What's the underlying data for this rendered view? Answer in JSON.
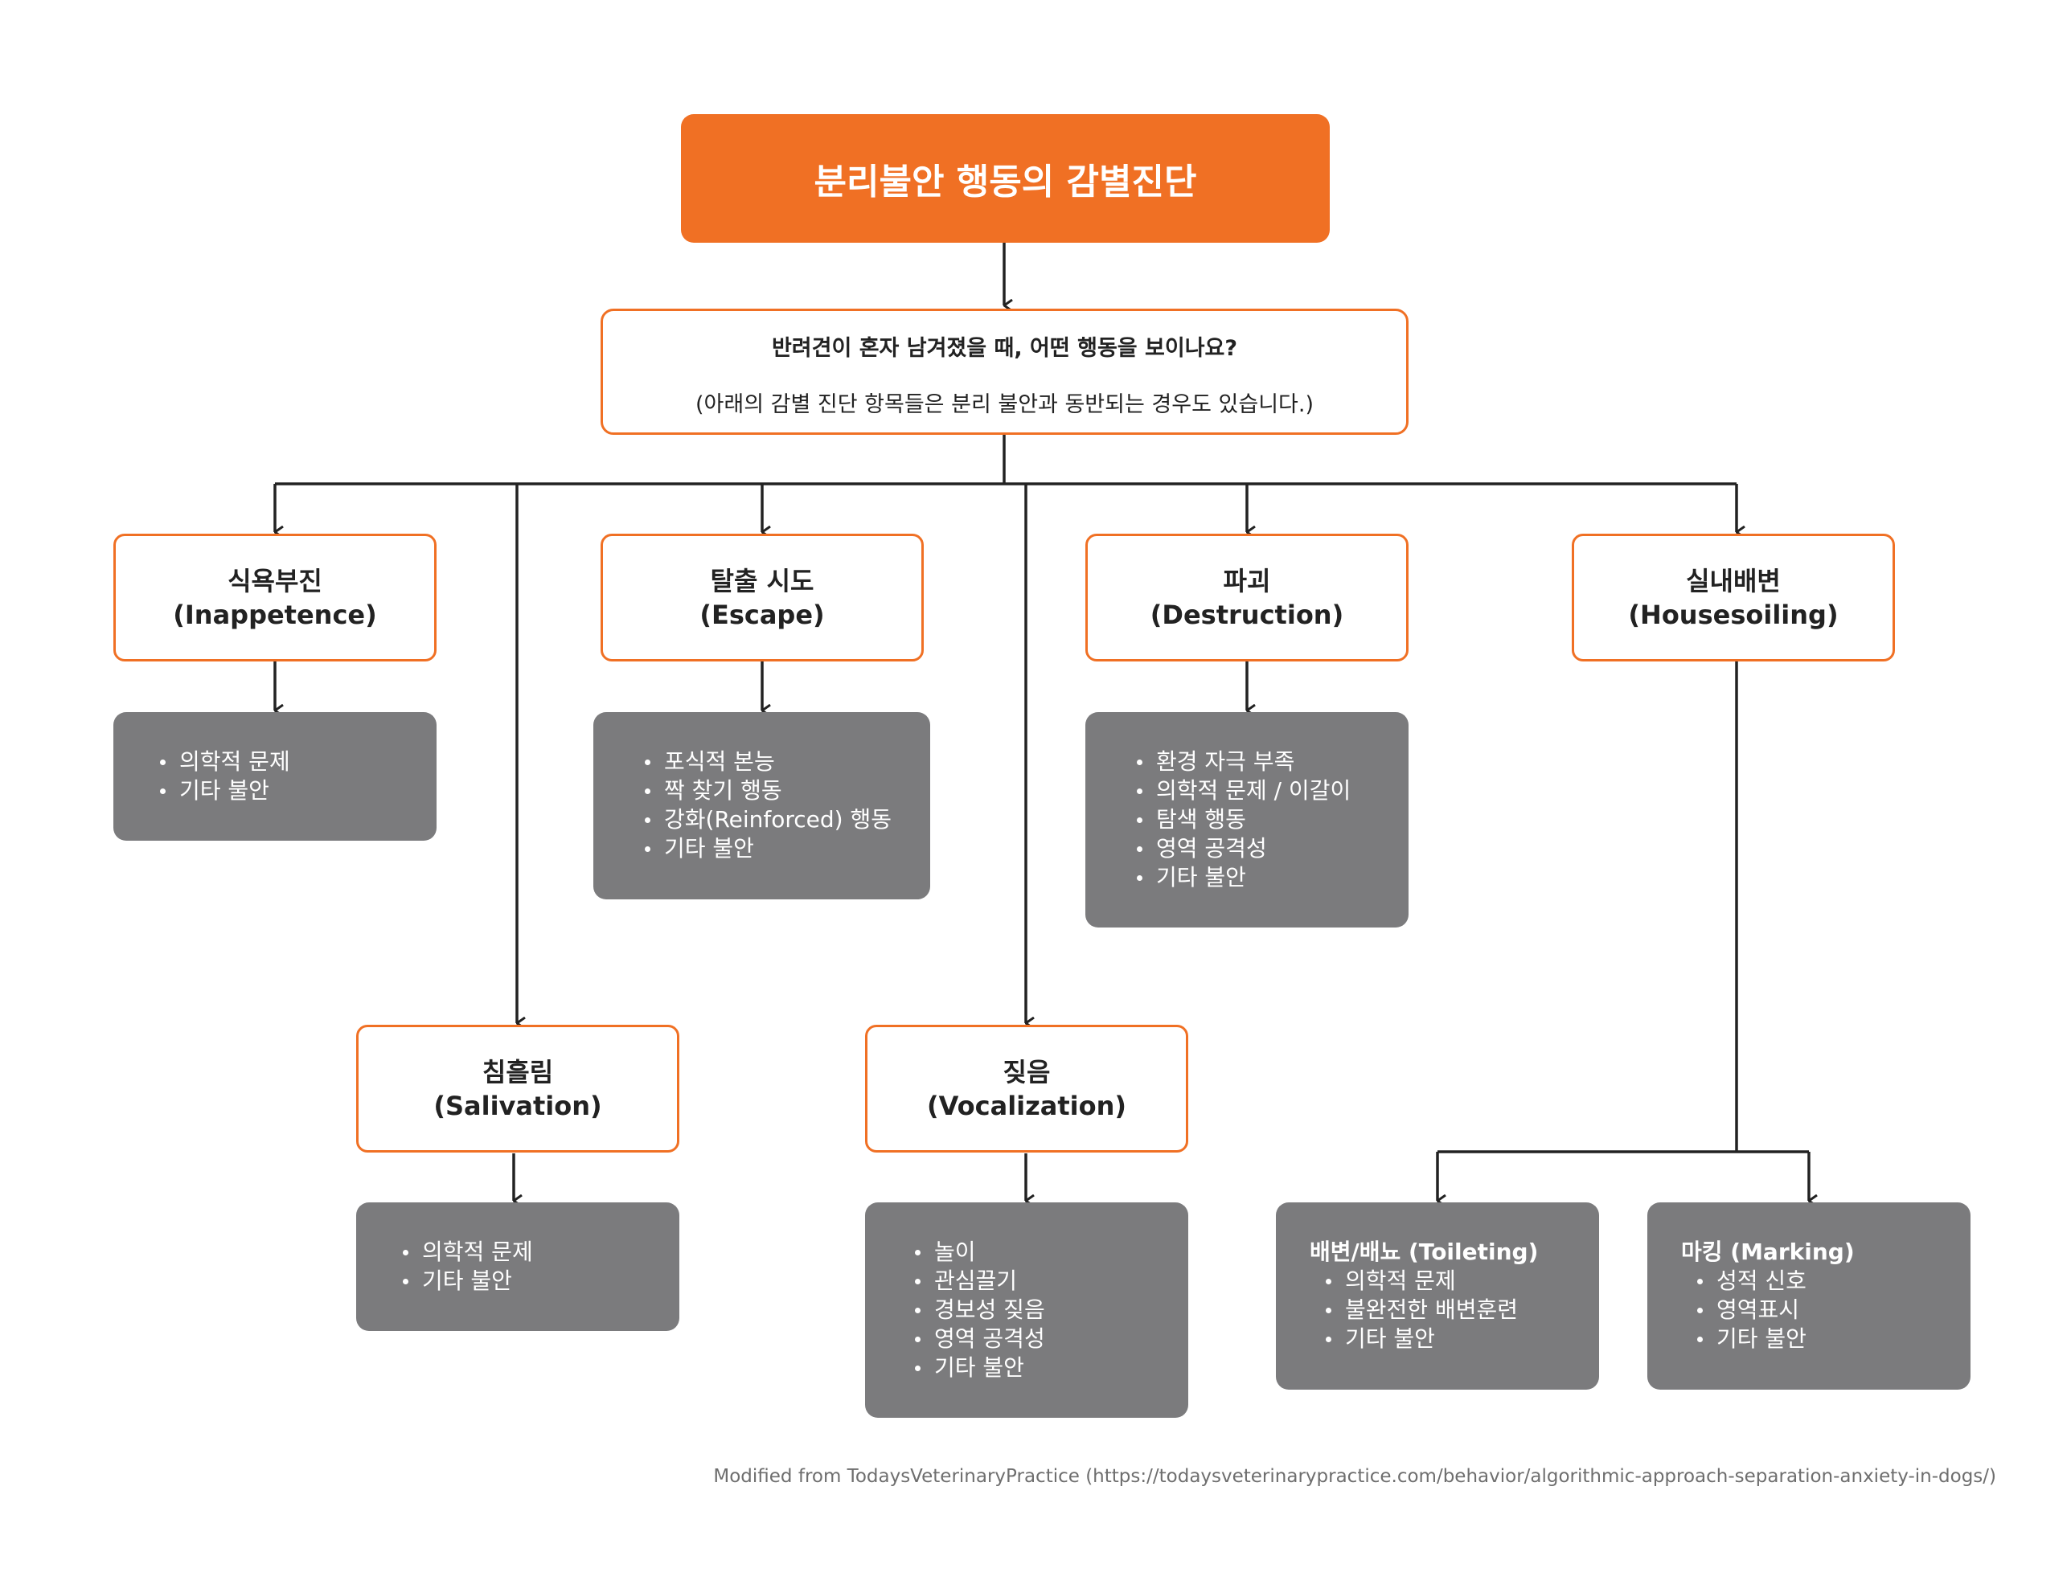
{
  "title": "분리불안 행동의 감별진단",
  "question": {
    "text": "반려견이 혼자 남겨졌을 때, 어떤 행동을 보이나요?",
    "note": "(아래의 감별 진단 항목들은 분리 불안과 동반되는 경우도 있습니다.)"
  },
  "categories": {
    "inappetence": {
      "name": "식욕부진",
      "english": "(Inappetence)",
      "items": [
        "의학적 문제",
        "기타 불안"
      ]
    },
    "salivation": {
      "name": "침흘림",
      "english": "(Salivation)",
      "items": [
        "의학적 문제",
        "기타 불안"
      ]
    },
    "escape": {
      "name": "탈출 시도",
      "english": "(Escape)",
      "items": [
        "포식적 본능",
        "짝 찾기 행동",
        "강화(Reinforced) 행동",
        "기타 불안"
      ]
    },
    "vocalization": {
      "name": "짖음",
      "english": "(Vocalization)",
      "items": [
        "놀이",
        "관심끌기",
        "경보성 짖음",
        "영역 공격성",
        "기타 불안"
      ]
    },
    "destruction": {
      "name": "파괴",
      "english": "(Destruction)",
      "items": [
        "환경 자극 부족",
        "의학적 문제 / 이갈이",
        "탐색 행동",
        "영역 공격성",
        "기타 불안"
      ]
    },
    "housesoiling": {
      "name": "실내배변",
      "english": "(Housesoiling)",
      "toileting": {
        "heading": "배변/배뇨 (Toileting)",
        "items": [
          "의학적 문제",
          "불완전한 배변훈련",
          "기타 불안"
        ]
      },
      "marking": {
        "heading": "마킹 (Marking)",
        "items": [
          "성적 신호",
          "영역표시",
          "기타 불안"
        ]
      }
    }
  },
  "footer": "Modified from TodaysVeterinaryPractice (https://todaysveterinarypractice.com/behavior/algorithmic-approach-separation-anxiety-in-dogs/)",
  "colors": {
    "accent": "#f07024",
    "detail_box": "#7b7b7d",
    "connector": "#222222"
  }
}
